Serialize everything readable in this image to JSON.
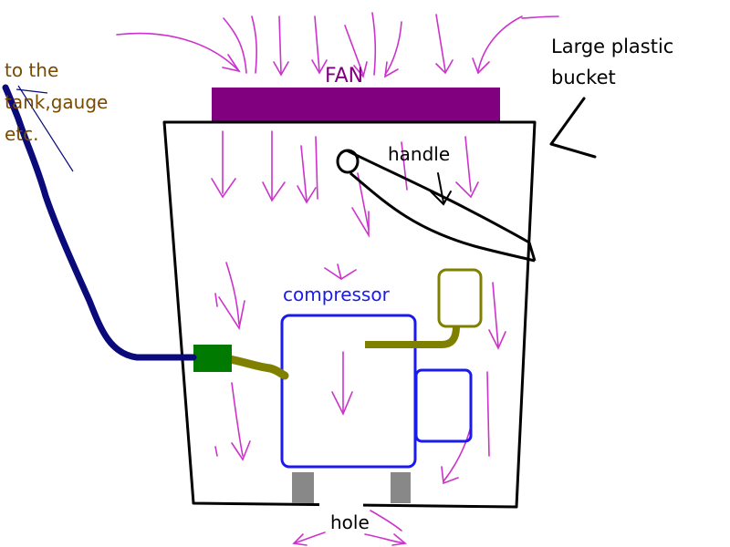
{
  "labels": {
    "fan": "FAN",
    "bucket_line1": "Large plastic",
    "bucket_line2": "bucket",
    "handle": "handle",
    "compressor": "compressor",
    "hole": "hole",
    "tank_line1": "to the",
    "tank_line2": "tank,gauge",
    "tank_line3": "etc."
  },
  "colors": {
    "airflow": "#cc33cc",
    "fan": "#800080",
    "outline": "#000000",
    "compressor": "#1a1aee",
    "pipe": "#808000",
    "hose": "#0a0a7a",
    "fitting": "#007a00",
    "feet": "#888888",
    "note_text": "#7a4a00"
  }
}
